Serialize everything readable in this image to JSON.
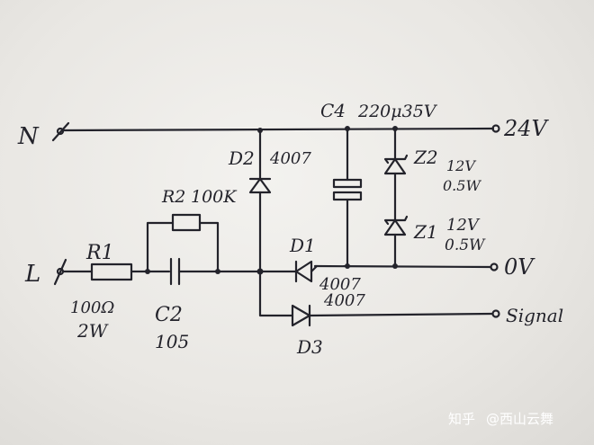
{
  "nodes": {
    "neutral": "N",
    "line": "L",
    "out_24v": "24V",
    "out_0v": "0V",
    "out_signal": "Signal"
  },
  "components": {
    "R1": {
      "ref": "R1",
      "value": "100Ω",
      "power": "2W"
    },
    "R2": {
      "ref": "R2",
      "value": "100K"
    },
    "C2": {
      "ref": "C2",
      "value": "105"
    },
    "C4": {
      "ref": "C4",
      "value": "220μ35V"
    },
    "D1": {
      "ref": "D1",
      "part": "4007"
    },
    "D2": {
      "ref": "D2",
      "part": "4007"
    },
    "D3": {
      "ref": "D3",
      "part": "4007"
    },
    "Z1": {
      "ref": "Z1",
      "voltage": "12V",
      "power": "0.5W"
    },
    "Z2": {
      "ref": "Z2",
      "voltage": "12V",
      "power": "0.5W"
    }
  },
  "watermark": {
    "site": "知乎",
    "author": "@西山云舞"
  }
}
